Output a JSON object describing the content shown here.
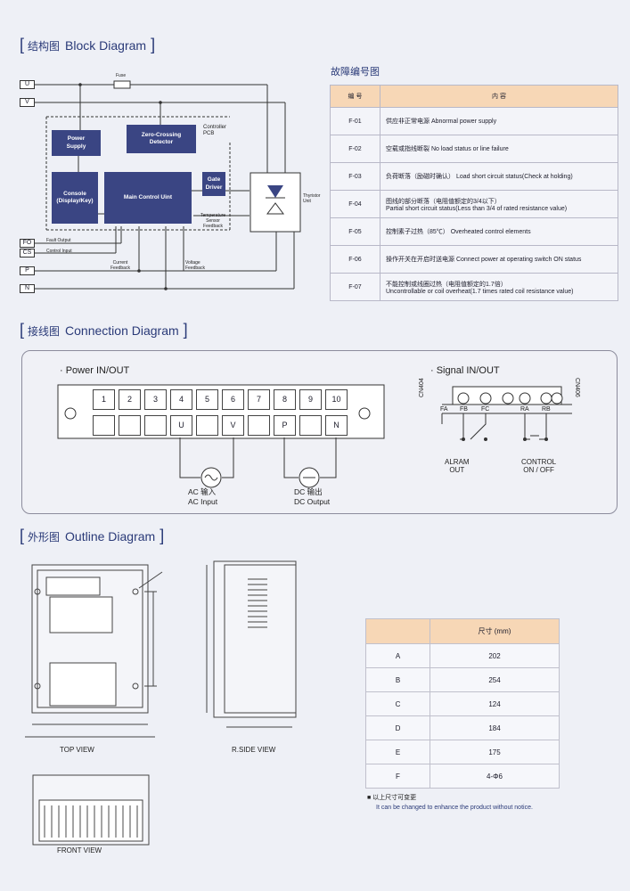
{
  "block": {
    "title_cn": "结构图",
    "title_en": "Block Diagram",
    "terminals": [
      "U",
      "V",
      "FO",
      "CS",
      "P",
      "N"
    ],
    "fuse": "Fuse",
    "controller_pcb": "Controller\nPCB",
    "power_supply": "Power\nSupply",
    "zero_crossing": "Zero-Crossing\nDetector",
    "console": "Console\n(Display/Key)",
    "main_control": "Main Control Uint",
    "gate_driver": "Gate\nDriver",
    "thyristor": "Thyristor\nUnit",
    "temp_feedback": "Temperature\nSensor\nFeedback",
    "fault_output": "Fault Output",
    "control_input": "Control Input",
    "current_feedback": "Current\nFeedback",
    "voltage_feedback": "Voltage\nFeedback"
  },
  "faults": {
    "title": "故障编号图",
    "col_code": "编 号",
    "col_content": "内 容",
    "rows": [
      {
        "code": "F-01",
        "line1": "供应非正常电源  Abnormal power supply",
        "line2": ""
      },
      {
        "code": "F-02",
        "line1": "空载或指线断裂  No load status or line failure",
        "line2": ""
      },
      {
        "code": "F-03",
        "line1": "负荷断落（励磁时确认）  Load short circuit status(Check at holding)",
        "line2": ""
      },
      {
        "code": "F-04",
        "line1": "图线的部分断落（电阻值额定的3/4以下）",
        "line2": "Partial short circuit status(Less than 3/4 of rated resistance value)"
      },
      {
        "code": "F-05",
        "line1": "控制素子过热（85℃）  Overheated control elements",
        "line2": ""
      },
      {
        "code": "F-06",
        "line1": "操作开关在开启时送电源  Connect power at operating switch ON status",
        "line2": ""
      },
      {
        "code": "F-07",
        "line1": "不能控制或线圈过热（电阻值额定的1.7倍）",
        "line2": "Uncontrollable or coil overheat(1.7 times rated coil resistance value)"
      }
    ]
  },
  "connection": {
    "title_cn": "接线图",
    "title_en": "Connection Diagram",
    "power_title": "· Power IN/OUT",
    "numbers": [
      "1",
      "2",
      "3",
      "4",
      "5",
      "6",
      "7",
      "8",
      "9",
      "10"
    ],
    "lower_labels": [
      "",
      "",
      "",
      "U",
      "",
      "V",
      "",
      "P",
      "",
      "N"
    ],
    "ac_cn": "AC 输入",
    "ac_en": "AC Input",
    "dc_cn": "DC 输出",
    "dc_en": "DC Output",
    "signal_title": "· Signal IN/OUT",
    "cn404": "CN404",
    "cn406": "CN406",
    "sig_labels": [
      "FA",
      "FB",
      "FC",
      "RA",
      "RB"
    ],
    "alarm": "ALRAM\nOUT",
    "control": "CONTROL\nON / OFF"
  },
  "outline": {
    "title_cn": "外形图",
    "title_en": "Outline Diagram",
    "top_view": "TOP VIEW",
    "side_view": "R.SIDE VIEW",
    "front_view": "FRONT VIEW",
    "dims_header": "尺寸 (mm)",
    "dims": [
      {
        "k": "A",
        "v": "202"
      },
      {
        "k": "B",
        "v": "254"
      },
      {
        "k": "C",
        "v": "124"
      },
      {
        "k": "D",
        "v": "184"
      },
      {
        "k": "E",
        "v": "175"
      },
      {
        "k": "F",
        "v": "4-Φ6"
      }
    ],
    "note_cn": "以上尺寸可变更",
    "note_en": "It can be changed to enhance the product without notice."
  }
}
